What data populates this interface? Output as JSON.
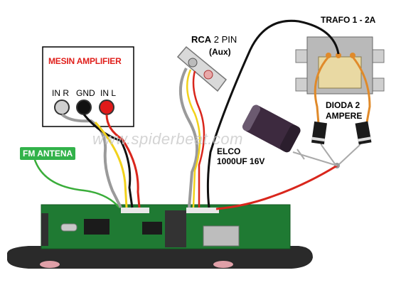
{
  "labels": {
    "amplifier_title": "MESIN AMPLIFIER",
    "pin_in_r": "IN R",
    "pin_gnd": "GND",
    "pin_in_l": "IN L",
    "fm_antenna": "FM ANTENA",
    "rca_bold": "RCA",
    "rca_rest": " 2 PIN",
    "rca_aux": "(Aux)",
    "trafo": "TRAFO 1 - 2A",
    "dioda_line1": "DIODA 2",
    "dioda_line2": "AMPERE",
    "elco_line1": "ELCO",
    "elco_line2": "1000UF 16V",
    "watermark": "www.spiderbeat.com"
  },
  "colors": {
    "wire_red": "#d9261c",
    "wire_black": "#111111",
    "wire_gray": "#9a9a9a",
    "wire_yellow": "#f2d21b",
    "wire_green": "#3aad3a",
    "pcb_green": "#1f7a33",
    "amp_title": "#e0201c"
  }
}
